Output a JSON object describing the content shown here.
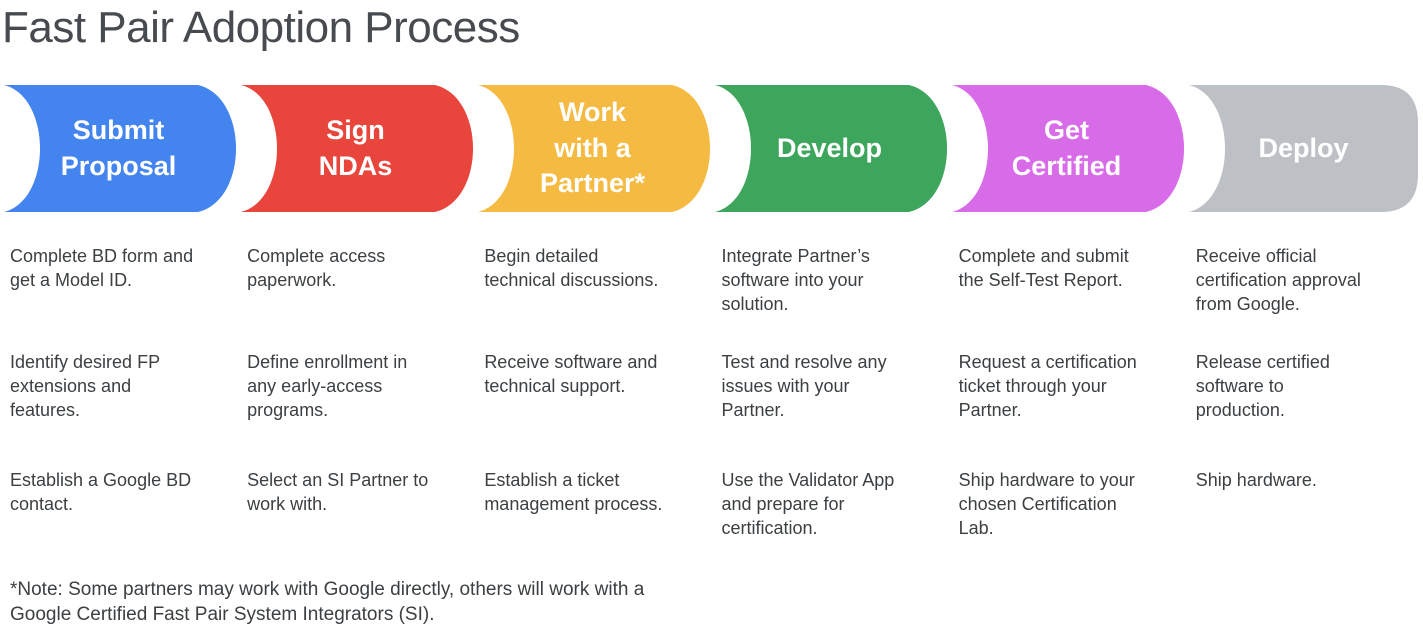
{
  "page": {
    "background": "#ffffff",
    "title": "Fast Pair Adoption Process"
  },
  "colors": {
    "title_text": "#474b4f",
    "body_text": "#3c4043",
    "stage_label_text": "#ffffff"
  },
  "stages": [
    {
      "label": "Submit\nProposal",
      "color": "#4484ee",
      "steps": [
        "Complete BD form and\nget a Model ID.",
        "Identify desired FP\nextensions and\nfeatures.",
        "Establish a Google BD\ncontact."
      ]
    },
    {
      "label": "Sign\nNDAs",
      "color": "#e8463c",
      "steps": [
        "Complete access\npaperwork.",
        "Define enrollment in\nany early-access\nprograms.",
        "Select an SI Partner to\nwork with."
      ]
    },
    {
      "label": "Work\nwith a\nPartner*",
      "color": "#f5ba41",
      "steps": [
        "Begin detailed\ntechnical discussions.",
        "Receive software and\ntechnical support.",
        "Establish a ticket\nmanagement process."
      ]
    },
    {
      "label": "Develop",
      "color": "#3da65c",
      "steps": [
        "Integrate Partner’s\nsoftware into your\nsolution.",
        "Test and resolve any\nissues with your\nPartner.",
        "Use the Validator App\nand prepare for\ncertification."
      ]
    },
    {
      "label": "Get\nCertified",
      "color": "#d76be8",
      "steps": [
        "Complete and submit\nthe Self-Test Report.",
        "Request a certification\nticket through your\nPartner.",
        "Ship hardware to your\nchosen Certification\nLab."
      ]
    },
    {
      "label": "Deploy",
      "color": "#bdc1c6",
      "steps": [
        "Receive official\ncertification approval\nfrom Google.",
        "Release certified\nsoftware to\nproduction.",
        "Ship hardware."
      ]
    }
  ],
  "footnote": "*Note: Some partners may work with Google directly, others will work with a\nGoogle Certified Fast Pair System Integrators (SI)."
}
